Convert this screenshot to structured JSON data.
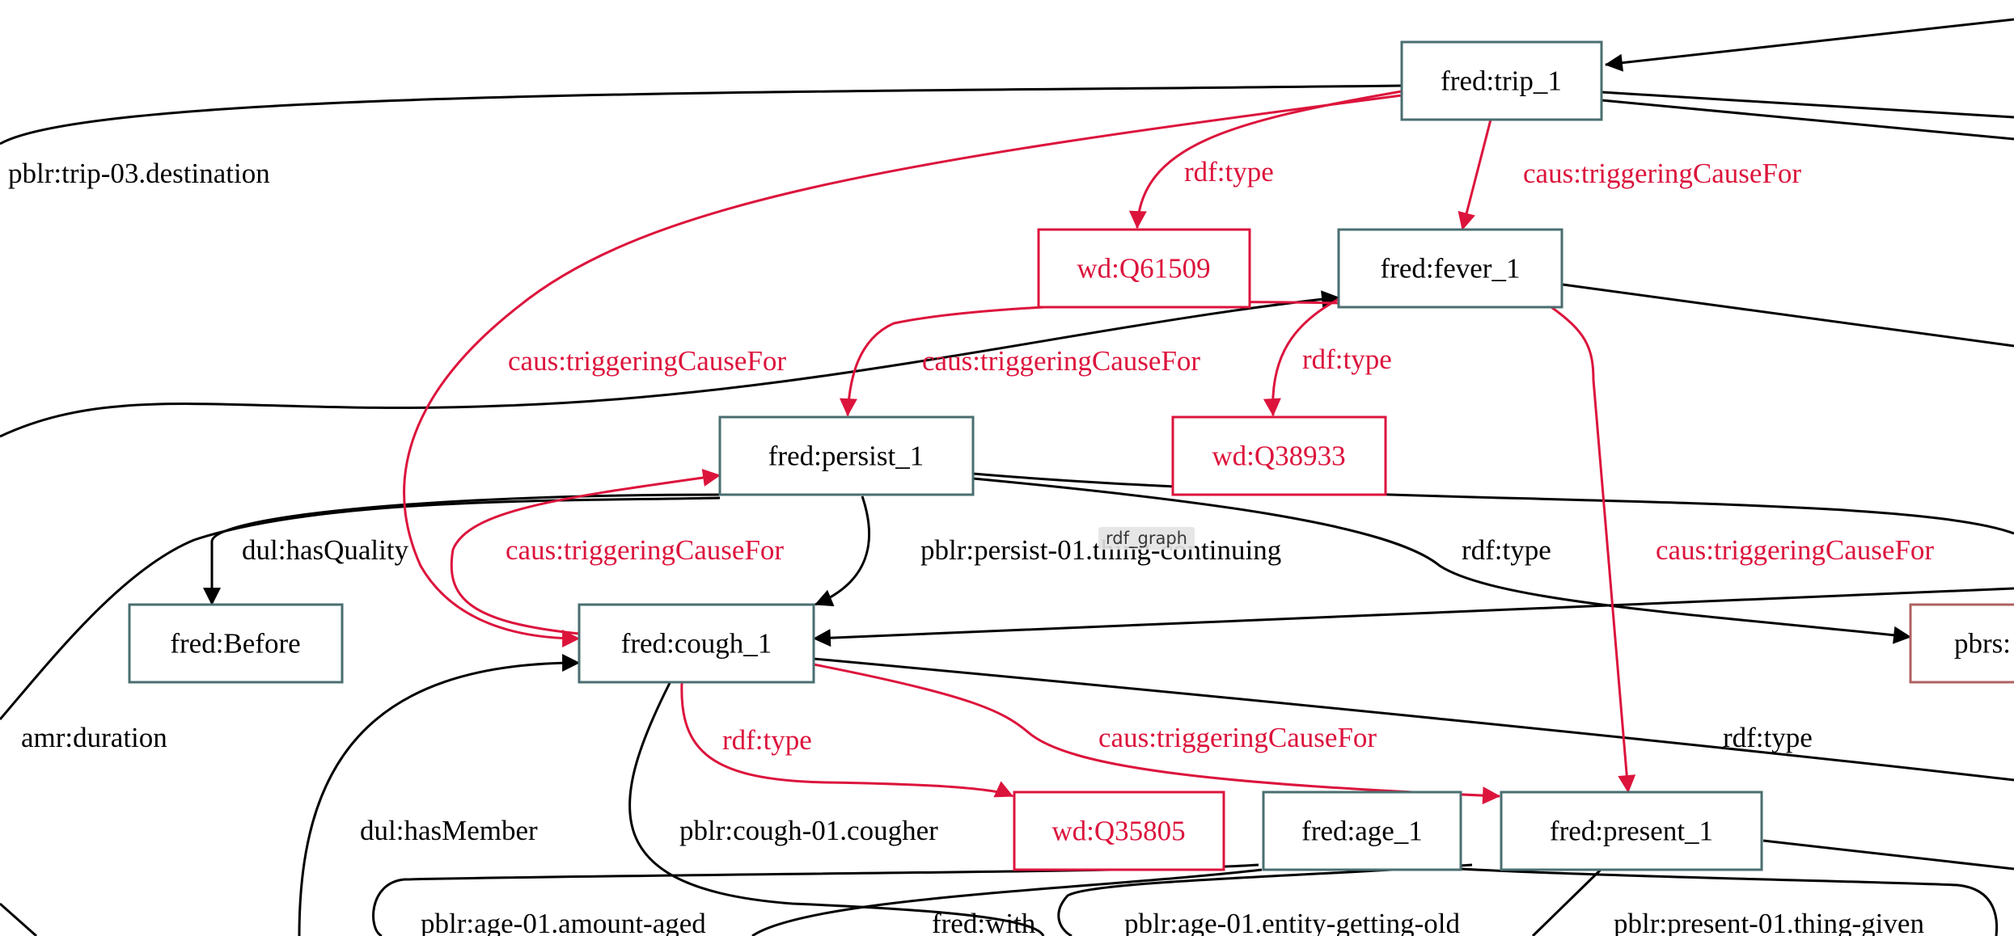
{
  "colors": {
    "node_border": "#4a6e70",
    "class_border": "#dc143c",
    "partial_border": "#b06060",
    "red_edge": "#dc143c",
    "black_edge": "#000000",
    "red_label": "#dc143c",
    "black_label": "#000000"
  },
  "tooltip": "rdf_graph",
  "nodes": [
    {
      "id": "trip",
      "label": "fred:trip_1",
      "kind": "entity"
    },
    {
      "id": "fever",
      "label": "fred:fever_1",
      "kind": "entity"
    },
    {
      "id": "q61509",
      "label": "wd:Q61509",
      "kind": "class"
    },
    {
      "id": "persist",
      "label": "fred:persist_1",
      "kind": "entity"
    },
    {
      "id": "q38933",
      "label": "wd:Q38933",
      "kind": "class"
    },
    {
      "id": "before",
      "label": "fred:Before",
      "kind": "entity"
    },
    {
      "id": "cough",
      "label": "fred:cough_1",
      "kind": "entity"
    },
    {
      "id": "pbrs",
      "label": "pbrs:",
      "kind": "partial"
    },
    {
      "id": "q35805",
      "label": "wd:Q35805",
      "kind": "class"
    },
    {
      "id": "age",
      "label": "fred:age_1",
      "kind": "entity"
    },
    {
      "id": "present",
      "label": "fred:present_1",
      "kind": "entity"
    }
  ],
  "edge_labels": [
    {
      "id": "l1",
      "text": "pblr:trip-03.destination",
      "color": "black"
    },
    {
      "id": "l2",
      "text": "rdf:type",
      "color": "red"
    },
    {
      "id": "l3",
      "text": "caus:triggeringCauseFor",
      "color": "red"
    },
    {
      "id": "l4",
      "text": "caus:triggeringCauseFor",
      "color": "red"
    },
    {
      "id": "l5",
      "text": "caus:triggeringCauseFor",
      "color": "red"
    },
    {
      "id": "l6",
      "text": "rdf:type",
      "color": "red"
    },
    {
      "id": "l7",
      "text": "dul:hasQuality",
      "color": "black"
    },
    {
      "id": "l8",
      "text": "caus:triggeringCauseFor",
      "color": "red"
    },
    {
      "id": "l9",
      "text": "pblr:persist-01.thing-continuing",
      "color": "black"
    },
    {
      "id": "l10",
      "text": "rdf:type",
      "color": "black"
    },
    {
      "id": "l11",
      "text": "caus:triggeringCauseFor",
      "color": "red"
    },
    {
      "id": "l12",
      "text": "amr:duration",
      "color": "black"
    },
    {
      "id": "l13",
      "text": "rdf:type",
      "color": "red"
    },
    {
      "id": "l14",
      "text": "caus:triggeringCauseFor",
      "color": "red"
    },
    {
      "id": "l15",
      "text": "rdf:type",
      "color": "black"
    },
    {
      "id": "l16",
      "text": "dul:hasMember",
      "color": "black"
    },
    {
      "id": "l17",
      "text": "pblr:cough-01.cougher",
      "color": "black"
    },
    {
      "id": "l18",
      "text": "pblr:age-01.amount-aged",
      "color": "black"
    },
    {
      "id": "l19",
      "text": "fred:with",
      "color": "black"
    },
    {
      "id": "l20",
      "text": "pblr:age-01.entity-getting-old",
      "color": "black"
    },
    {
      "id": "l21",
      "text": "pblr:present-01.thing-given",
      "color": "black"
    }
  ],
  "edges": [
    {
      "id": "e1",
      "from": "trip",
      "to": "q61509",
      "color": "red"
    },
    {
      "id": "e2",
      "from": "trip",
      "to": "fever",
      "color": "red"
    },
    {
      "id": "e3",
      "from": "trip",
      "to": "cough",
      "color": "red"
    },
    {
      "id": "e4",
      "from": "fever",
      "to": "persist",
      "color": "red"
    },
    {
      "id": "e5",
      "from": "fever",
      "to": "q38933",
      "color": "red"
    },
    {
      "id": "e6",
      "from": "fever",
      "to": "present",
      "color": "red"
    },
    {
      "id": "e7",
      "from": "cough",
      "to": "persist",
      "color": "red"
    },
    {
      "id": "e8",
      "from": "cough",
      "to": "q35805",
      "color": "red"
    },
    {
      "id": "e9",
      "from": "cough",
      "to": "present",
      "color": "red"
    },
    {
      "id": "e10",
      "from": "persist",
      "to": "before",
      "color": "black"
    },
    {
      "id": "e11",
      "from": "persist",
      "to": "cough",
      "color": "black"
    },
    {
      "id": "e12",
      "from": "persist",
      "to": "pbrs",
      "color": "black"
    }
  ]
}
